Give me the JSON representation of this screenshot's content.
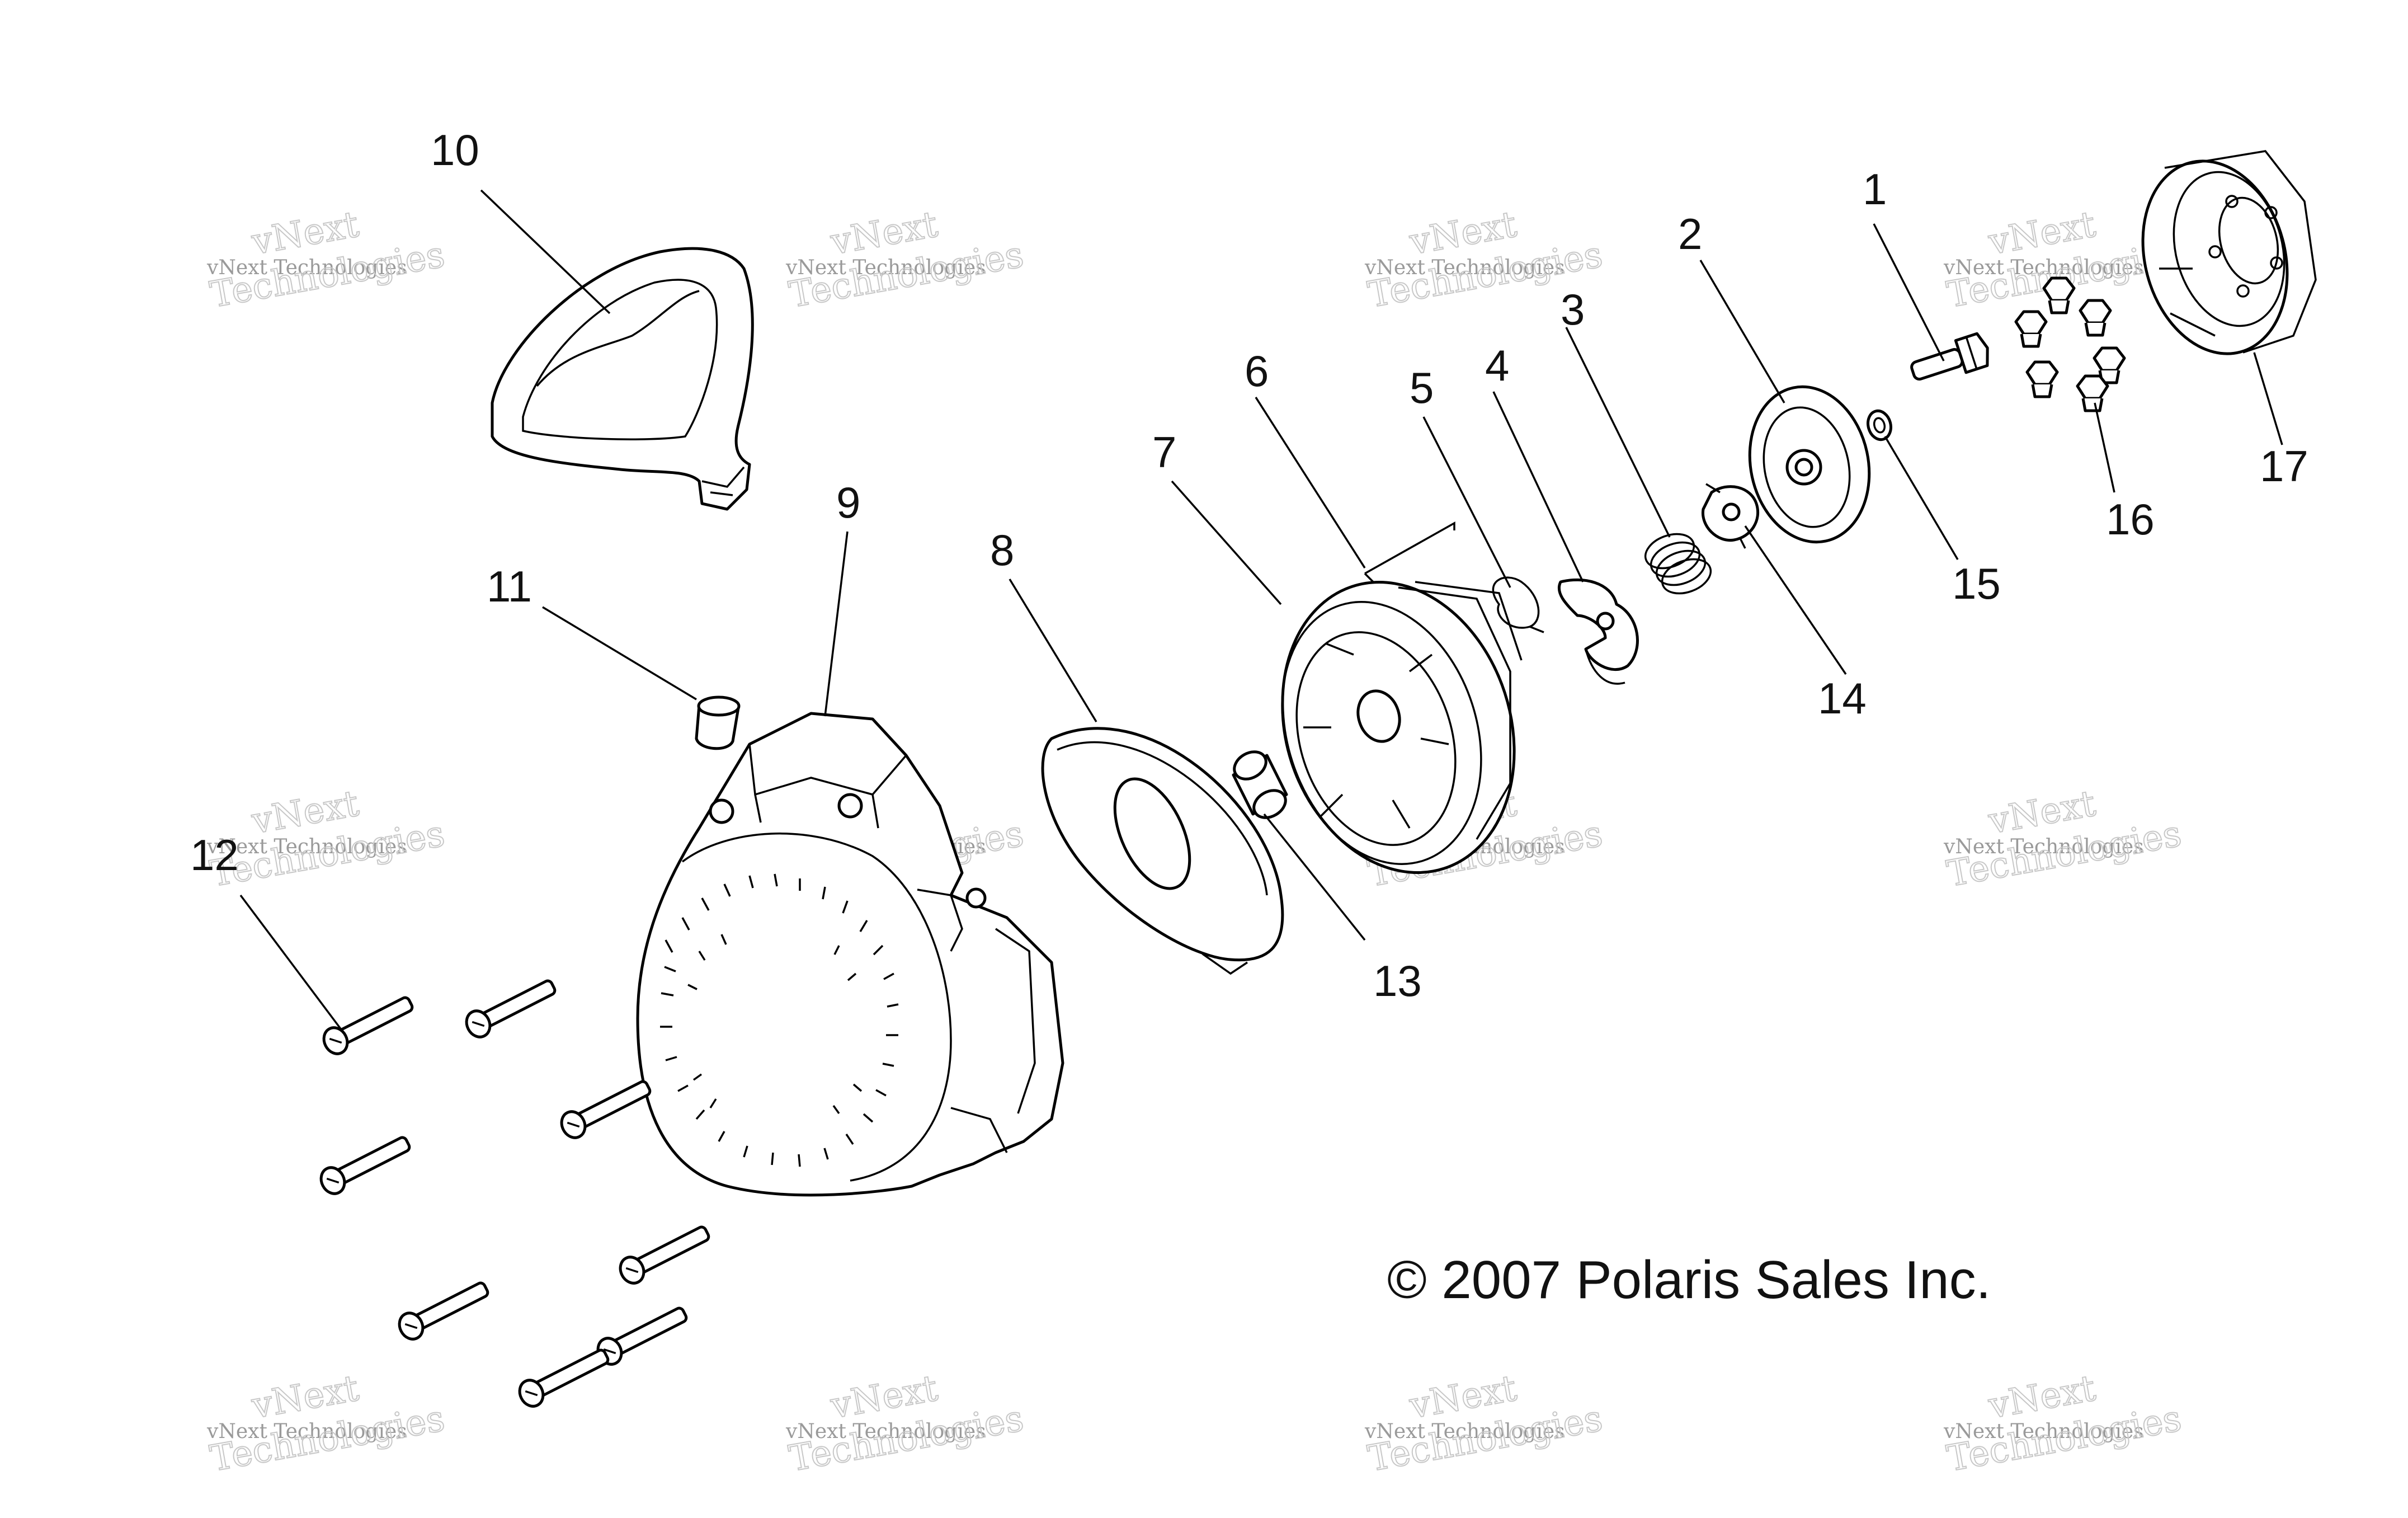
{
  "copyright": "© 2007 Polaris Sales Inc.",
  "watermark": {
    "line1": "vNext Technologies",
    "line2": "vNext",
    "line3": "Technologies"
  },
  "callouts": {
    "c1": "1",
    "c2": "2",
    "c3": "3",
    "c4": "4",
    "c5": "5",
    "c6": "6",
    "c7": "7",
    "c8": "8",
    "c9": "9",
    "c10": "10",
    "c11": "11",
    "c12": "12",
    "c13": "13",
    "c14": "14",
    "c15": "15",
    "c16": "16",
    "c17": "17"
  },
  "icons": {
    "part-1": "bolt",
    "part-2": "retainer-plate",
    "part-3": "spring",
    "part-4": "pawl",
    "part-5": "pawl-spring",
    "part-6": "rope",
    "part-7": "pulley",
    "part-8": "recoil-spring-plate",
    "part-9": "starter-housing",
    "part-10": "handle",
    "part-11": "plug",
    "part-12": "screw",
    "part-13": "bushing",
    "part-14": "friction-plate",
    "part-15": "washer",
    "part-16": "nut",
    "part-17": "starter-cup"
  }
}
